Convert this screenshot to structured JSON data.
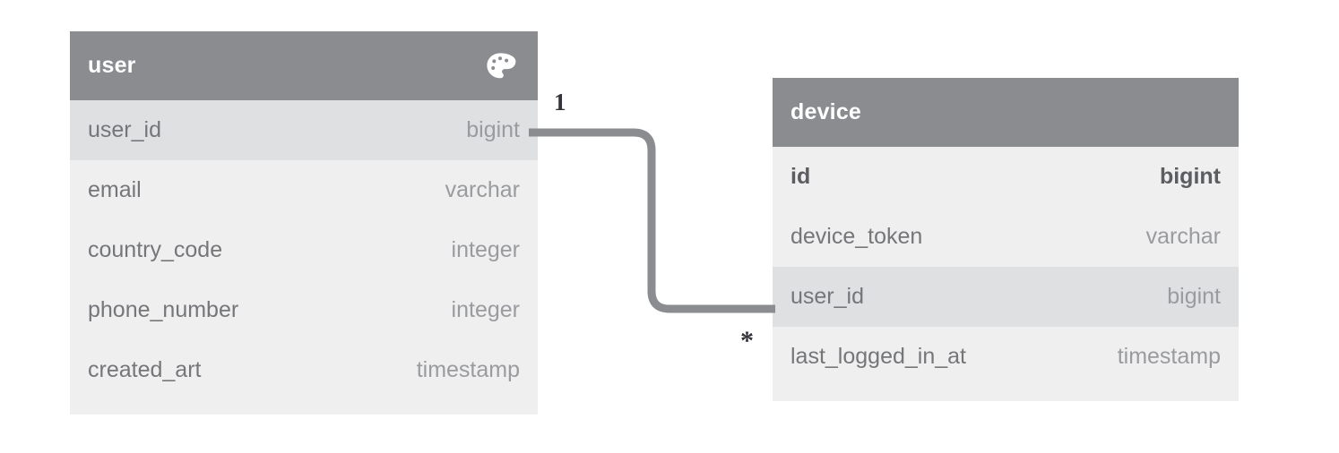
{
  "diagram": {
    "type": "entity-relationship-diagram",
    "background_color": "#ffffff",
    "header_color": "#8a8c90",
    "row_color": "#efefef",
    "row_highlight_color": "#dfe0e2",
    "connector_color": "#8a8c90",
    "text_color": "#75767a"
  },
  "entities": [
    {
      "name": "user",
      "icon": "palette-icon",
      "fields": [
        {
          "name": "user_id",
          "type": "bigint",
          "highlighted": true,
          "primary_key": false
        },
        {
          "name": "email",
          "type": "varchar",
          "highlighted": false,
          "primary_key": false
        },
        {
          "name": "country_code",
          "type": "integer",
          "highlighted": false,
          "primary_key": false
        },
        {
          "name": "phone_number",
          "type": "integer",
          "highlighted": false,
          "primary_key": false
        },
        {
          "name": "created_art",
          "type": "timestamp",
          "highlighted": false,
          "primary_key": false
        }
      ]
    },
    {
      "name": "device",
      "icon": null,
      "fields": [
        {
          "name": "id",
          "type": "bigint",
          "highlighted": false,
          "primary_key": true
        },
        {
          "name": "device_token",
          "type": "varchar",
          "highlighted": false,
          "primary_key": false
        },
        {
          "name": "user_id",
          "type": "bigint",
          "highlighted": true,
          "primary_key": false
        },
        {
          "name": "last_logged_in_at",
          "type": "timestamp",
          "highlighted": false,
          "primary_key": false
        }
      ]
    }
  ],
  "relationship": {
    "from_entity": "user",
    "from_field": "user_id",
    "to_entity": "device",
    "to_field": "user_id",
    "source_cardinality": "1",
    "target_cardinality": "*",
    "kind": "one-to-many"
  }
}
